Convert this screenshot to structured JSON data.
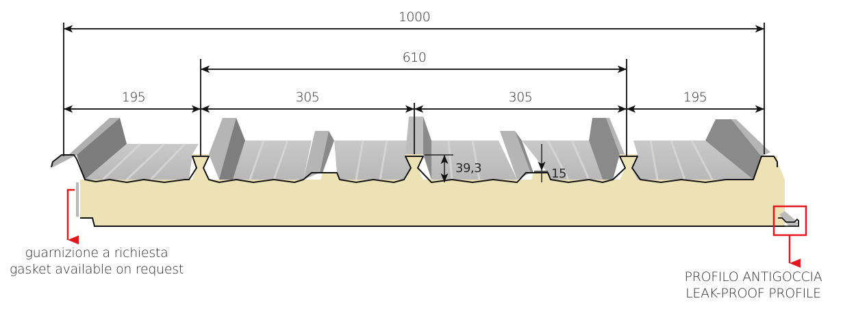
{
  "diagram": {
    "title": "Sandwich roof panel profile cross-section",
    "colors": {
      "foam": "#ede2b6",
      "metal_light": "#c2c2c2",
      "metal_mid": "#a8a8a8",
      "metal_dark": "#7a7a7a",
      "outline": "#111111",
      "dimension_line": "#222222",
      "callout": "#e3161e"
    },
    "dimensions": {
      "total_width": "1000",
      "inner_span": "610",
      "segments": [
        "195",
        "305",
        "305",
        "195"
      ],
      "rib_height": "39,3",
      "minor_rib_height": "15"
    },
    "callouts": {
      "gasket": {
        "line1": "guarnizione a richiesta",
        "line2": "gasket available on request"
      },
      "leak_proof": {
        "line1": "PROFILO ANTIGOCCIA",
        "line2": "LEAK-PROOF PROFILE"
      }
    }
  }
}
